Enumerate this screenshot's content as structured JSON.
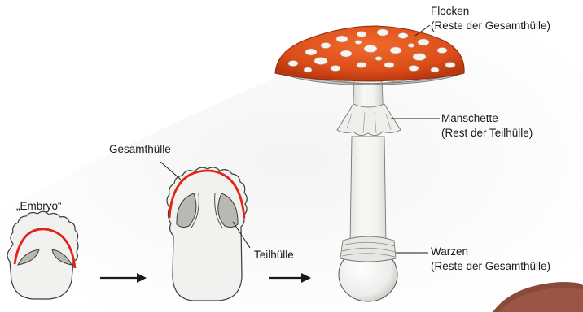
{
  "labels": {
    "embryo": "„Embryo“",
    "gesamthuelle": "Gesamthülle",
    "teilhuelle": "Teilhülle",
    "flocken_line1": "Flocken",
    "flocken_line2": "(Reste der Gesamthülle)",
    "manschette_line1": "Manschette",
    "manschette_line2": "(Rest der Teilhülle)",
    "warzen_line1": "Warzen",
    "warzen_line2": "(Reste der Gesamthülle)"
  },
  "colors": {
    "veil_red": "#e2231a",
    "cap_orange": "#e4551c",
    "flesh": "#f2f2f0",
    "gill_grey": "#b9b8b3",
    "outline": "#3c3c3c"
  }
}
